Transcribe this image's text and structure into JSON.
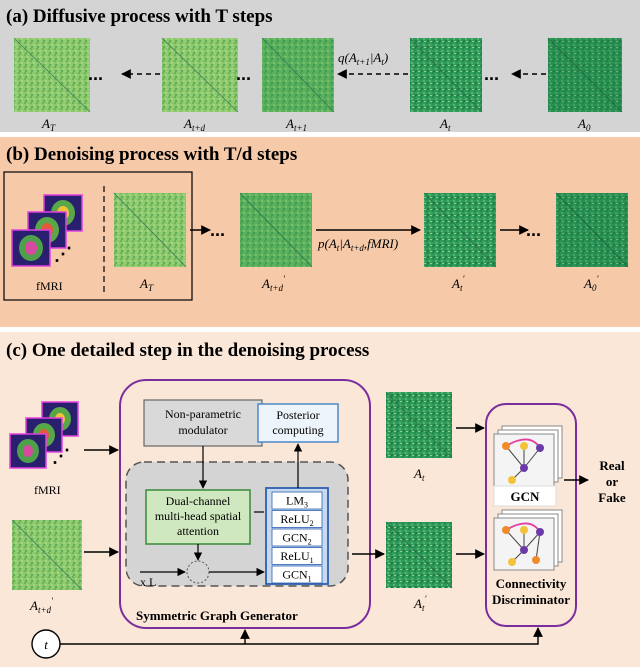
{
  "panel_a": {
    "title": "(a) Diffusive process with T steps",
    "labels": {
      "at": "A",
      "at_sub": "T",
      "atd": "A",
      "atd_sub": "t+d",
      "at1": "A",
      "at1_sub": "t+1",
      "a_t": "A",
      "a_t_sub": "t",
      "a0": "A",
      "a0_sub": "0"
    },
    "transition": "q(A",
    "transition_sub": "t+1",
    "transition_mid": "|A",
    "transition_sub2": "t",
    "transition_end": ")",
    "ellipsis": "..."
  },
  "panel_b": {
    "title": "(b) Denoising process with T/d steps",
    "fmri": "fMRI",
    "labels": {
      "at": "A",
      "at_sub": "T",
      "atd": "A",
      "atd_sub": "t+d",
      "a_t": "A",
      "a_t_sub": "t",
      "a0": "A",
      "a0_sub": "0"
    },
    "transition": "p(A",
    "transition_sub": "t",
    "transition_mid": "|A",
    "transition_sub2": "t+d",
    "transition_end": ",fMRI)",
    "ellipsis": "..."
  },
  "panel_c": {
    "title": "(c) One detailed step in the denoising process",
    "fmri": "fMRI",
    "modulator": [
      "Non-parametric",
      "modulator"
    ],
    "posterior": [
      "Posterior",
      "computing"
    ],
    "attention": [
      "Dual-channel",
      "multi-head spatial",
      "attention"
    ],
    "layers": [
      {
        "main": "LM",
        "sub": "3"
      },
      {
        "main": "ReLU",
        "sub": "2"
      },
      {
        "main": "GCN",
        "sub": "2"
      },
      {
        "main": "ReLU",
        "sub": "1"
      },
      {
        "main": "GCN",
        "sub": "1"
      }
    ],
    "xl": "x L",
    "generator": "Symmetric Graph Generator",
    "gcn": "GCN",
    "discriminator": [
      "Connectivity",
      "Discriminator"
    ],
    "output": [
      "Real",
      "or",
      "Fake"
    ],
    "at_label": "A",
    "at_sub": "t",
    "atp_label": "A",
    "atp_sub": "t",
    "atd_label": "A",
    "atd_sub": "t+d",
    "t_circle": "t"
  },
  "colors": {
    "panel_a_bg": "#d4d4d4",
    "panel_b_bg": "#f6c9a9",
    "panel_c_bg": "#fbe7d8",
    "purple": "#7a2e9e",
    "posterior_border": "#4c88c9",
    "attention_fill": "#cfe8c0",
    "attention_border": "#3a8a3a",
    "layers_fill": "#c6d9f0",
    "layers_border": "#2d5fb0",
    "modulator_fill": "#d9d9d9"
  }
}
